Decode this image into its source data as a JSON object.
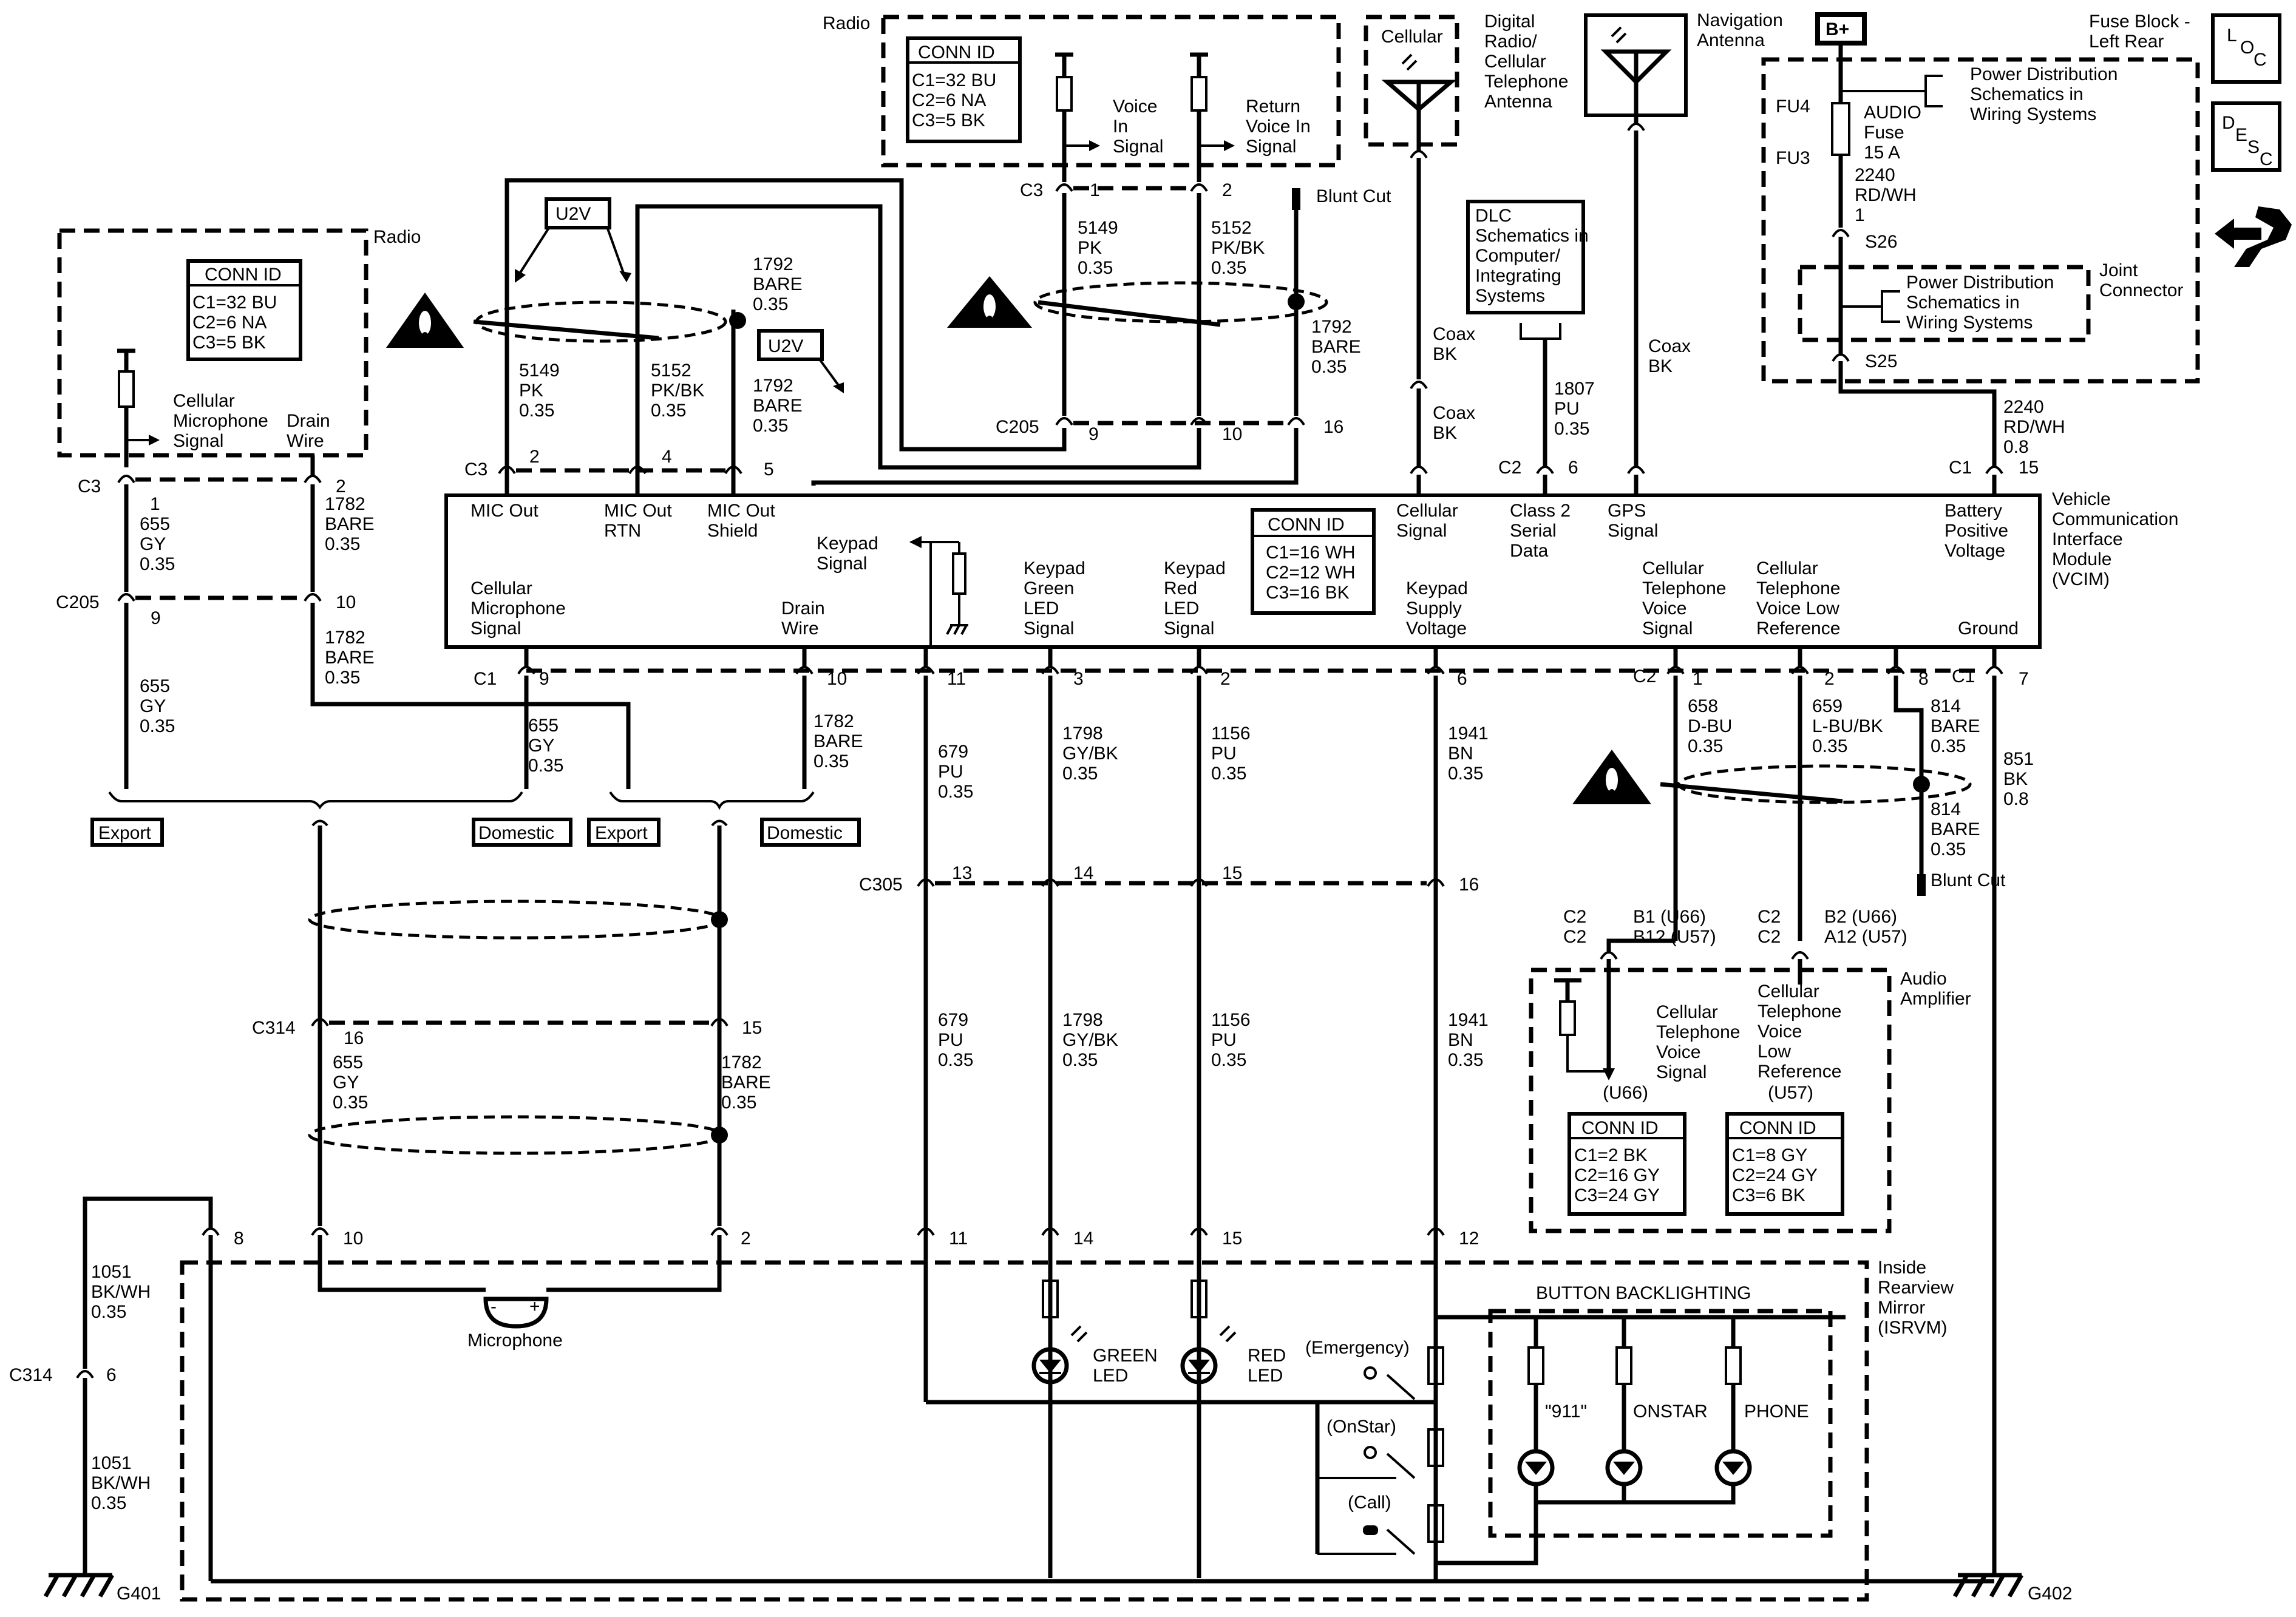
{
  "radio_top": {
    "title": "Radio",
    "conn_id": "CONN ID",
    "conn": [
      "C1=32 BU",
      "C2=6 NA",
      "C3=5 BK"
    ],
    "voice": [
      "Voice",
      "In",
      "Signal"
    ],
    "ret": [
      "Return",
      "Voice In",
      "Signal"
    ],
    "c3": "C3",
    "p1": "1",
    "p2": "2"
  },
  "radio_left": {
    "title": "Radio",
    "conn_id": "CONN ID",
    "conn": [
      "C1=32 BU",
      "C2=6 NA",
      "C3=5 BK"
    ],
    "mic": [
      "Cellular",
      "Microphone",
      "Signal"
    ],
    "drain": [
      "Drain",
      "Wire"
    ],
    "c3": "C3",
    "p1": "1",
    "p2": "2"
  },
  "antennas": {
    "cell": "Cellular",
    "cell_lbl": [
      "Digital",
      "Radio/",
      "Cellular",
      "Telephone",
      "Antenna"
    ],
    "nav": [
      "Navigation",
      "Antenna"
    ]
  },
  "fuse": {
    "bplus": "B+",
    "title": [
      "Fuse Block -",
      "Left Rear"
    ],
    "fu4": "FU4",
    "fu3": "FU3",
    "audio": [
      "AUDIO",
      "Fuse",
      "15 A"
    ],
    "pds": [
      "Power Distribution",
      "Schematics in",
      "Wiring Systems"
    ],
    "wire": [
      "2240",
      "RD/WH",
      "1"
    ],
    "s26": "S26",
    "s25": "S25",
    "joint": [
      "Joint",
      "Connector"
    ],
    "pds2": [
      "Power Distribution",
      "Schematics in",
      "Wiring Systems"
    ],
    "wire2": [
      "2240",
      "RD/WH",
      "0.8"
    ]
  },
  "icons": {
    "loc": [
      "L",
      "O",
      "C"
    ],
    "desc": [
      "D",
      "E",
      "S",
      "C"
    ]
  },
  "u2v": "U2V",
  "blunt": "Blunt Cut",
  "dlc": [
    "DLC",
    "Schematics in",
    "Computer/",
    "Integrating",
    "Systems"
  ],
  "coax": [
    "Coax",
    "BK"
  ],
  "vcim": {
    "title": [
      "Vehicle",
      "Communication",
      "Interface",
      "Module",
      "(VCIM)"
    ],
    "conn_id": "CONN ID",
    "conn": [
      "C1=16 WH",
      "C2=12 WH",
      "C3=16 BK"
    ],
    "top": [
      [
        "MIC Out"
      ],
      [
        "MIC Out",
        "RTN"
      ],
      [
        "MIC Out",
        "Shield"
      ],
      [
        "Cellular",
        "Signal"
      ],
      [
        "Class 2",
        "Serial",
        "Data"
      ],
      [
        "GPS",
        "Signal"
      ],
      [
        "Battery",
        "Positive",
        "Voltage"
      ]
    ],
    "bottom": [
      [
        "Cellular",
        "Microphone",
        "Signal"
      ],
      [
        "Drain",
        "Wire"
      ],
      [
        "Keypad",
        "Green",
        "LED",
        "Signal"
      ],
      [
        "Keypad",
        "Red",
        "LED",
        "Signal"
      ],
      [
        "Keypad",
        "Supply",
        "Voltage"
      ],
      [
        "Cellular",
        "Telephone",
        "Voice",
        "Signal"
      ],
      [
        "Cellular",
        "Telephone",
        "Voice Low",
        "Reference"
      ],
      [
        "Ground"
      ]
    ],
    "keypad": [
      "Keypad",
      "Signal"
    ]
  },
  "wires": {
    "w5149": [
      "5149",
      "PK",
      "0.35"
    ],
    "w5152": [
      "5152",
      "PK/BK",
      "0.35"
    ],
    "w1792": [
      "1792",
      "BARE",
      "0.35"
    ],
    "w655": [
      "655",
      "GY",
      "0.35"
    ],
    "w1782": [
      "1782",
      "BARE",
      "0.35"
    ],
    "w1807": [
      "1807",
      "PU",
      "0.35"
    ],
    "w679": [
      "679",
      "PU",
      "0.35"
    ],
    "w1798": [
      "1798",
      "GY/BK",
      "0.35"
    ],
    "w1156": [
      "1156",
      "PU",
      "0.35"
    ],
    "w1941": [
      "1941",
      "BN",
      "0.35"
    ],
    "w658": [
      "658",
      "D-BU",
      "0.35"
    ],
    "w659": [
      "659",
      "L-BU/BK",
      "0.35"
    ],
    "w814": [
      "814",
      "BARE",
      "0.35"
    ],
    "w851": [
      "851",
      "BK",
      "0.8"
    ],
    "w1051": [
      "1051",
      "BK/WH",
      "0.35"
    ]
  },
  "connectors": {
    "c1": "C1",
    "c2": "C2",
    "c3": "C3",
    "c205": "C205",
    "c305": "C305",
    "c314": "C314"
  },
  "pins": {
    "p1": "1",
    "p2": "2",
    "p3": "3",
    "p4": "4",
    "p5": "5",
    "p6": "6",
    "p7": "7",
    "p8": "8",
    "p9": "9",
    "p10": "10",
    "p11": "11",
    "p12": "12",
    "p13": "13",
    "p14": "14",
    "p15": "15",
    "p16": "16"
  },
  "opts": {
    "export": "Export",
    "domestic": "Domestic"
  },
  "amp": {
    "title": [
      "Audio",
      "Amplifier"
    ],
    "b1": "B1 (U66)",
    "b12": "B12 (U57)",
    "b2": "B2 (U66)",
    "a12": "A12 (U57)",
    "sig": [
      "Cellular",
      "Telephone",
      "Voice",
      "Signal"
    ],
    "low": [
      "Cellular",
      "Telephone",
      "Voice",
      "Low",
      "Reference"
    ],
    "u66": "(U66)",
    "u57": "(U57)",
    "conn_id": "CONN ID",
    "conn1": [
      "C1=2 BK",
      "C2=16 GY",
      "C3=24 GY"
    ],
    "conn2": [
      "C1=8 GY",
      "C2=24 GY",
      "C3=6 BK"
    ]
  },
  "mirror": {
    "title": [
      "Inside",
      "Rearview",
      "Mirror",
      "(ISRVM)"
    ],
    "mic": "Microphone",
    "green": [
      "GREEN",
      "LED"
    ],
    "red": [
      "RED",
      "LED"
    ],
    "emergency": "(Emergency)",
    "onstar": "(OnStar)",
    "call": "(Call)",
    "backlight": "BUTTON BACKLIGHTING",
    "b911": "\"911\"",
    "bonstar": "ONSTAR",
    "bphone": "PHONE"
  },
  "grounds": {
    "g401": "G401",
    "g402": "G402"
  }
}
